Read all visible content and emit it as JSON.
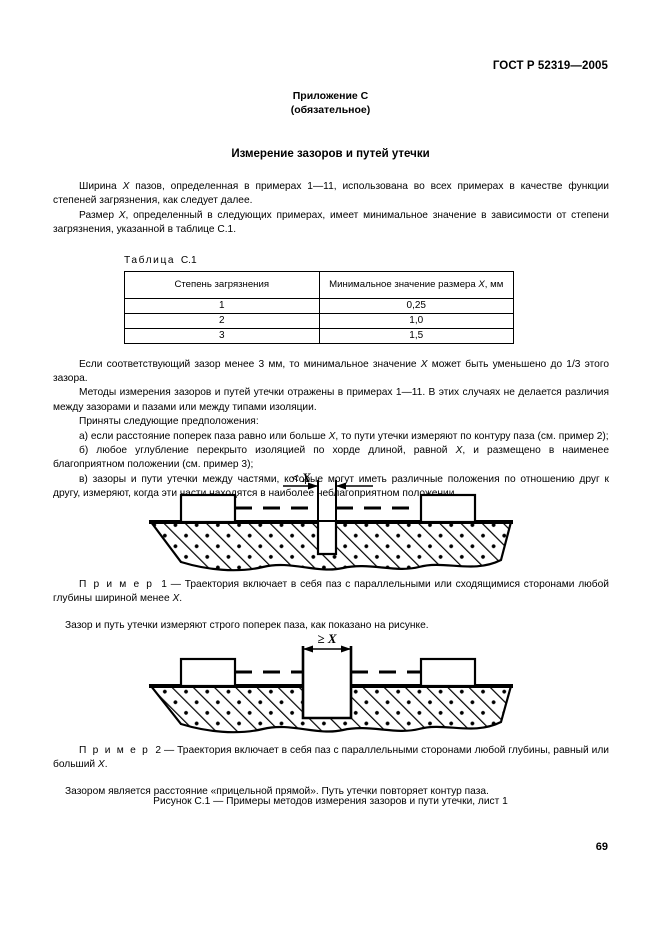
{
  "document": {
    "running_header": "ГОСТ Р 52319—2005",
    "page_number": "69"
  },
  "annex": {
    "title": "Приложение С",
    "subtitle": "(обязательное)",
    "section_title": "Измерение зазоров и путей утечки"
  },
  "intro": {
    "p1": "Ширина X пазов, определенная в примерах 1—11, использована во всех примерах в качестве функции степеней загрязнения, как следует далее.",
    "p2": "Размер X, определенный в следующих примерах, имеет минимальное значение в зависимости от степени загрязнения, указанной в таблице С.1."
  },
  "table": {
    "caption": "Таблица",
    "caption_number": "С.1",
    "headers": [
      "Степень загрязнения",
      "Минимальное значение размера X, мм"
    ],
    "rows": [
      [
        "1",
        "0,25"
      ],
      [
        "2",
        "1,0"
      ],
      [
        "3",
        "1,5"
      ]
    ]
  },
  "body": {
    "p3": "Если соответствующий зазор менее 3 мм, то минимальное значение X может быть уменьшено до 1/3 этого зазора.",
    "p4": "Методы измерения зазоров и путей утечки отражены в примерах 1—11. В этих случаях не делается различия между зазорами и пазами или между типами изоляции.",
    "p5": "Приняты следующие предположения:",
    "item_a": "а)  если расстояние поперек паза равно или больше X, то пути утечки измеряют по контуру паза (см. пример 2);",
    "item_b": "б)  любое углубление перекрыто изоляцией по хорде длиной, равной X, и размещено в наименее благоприятном положении (см. пример 3);",
    "item_v": "в)  зазоры и пути утечки между частями, которые могут иметь различные положения по отношению друг к другу, измеряют, когда эти части находятся в наиболее неблагоприятном положении."
  },
  "figure1": {
    "dimension_label": "< X"
  },
  "figure2": {
    "dimension_label": "≥ X"
  },
  "example1": {
    "lead": "П р и м е р",
    "number": "1",
    "dash": "—",
    "text": "Траектория включает в себя паз с параллельными или сходящимися сторонами любой глубины шириной менее X.",
    "note": "Зазор и путь утечки измеряют строго поперек паза, как показано на рисунке."
  },
  "example2": {
    "lead": "П р и м е р",
    "number": "2",
    "dash": "—",
    "text": "Траектория включает в себя паз с параллельными сторонами любой глубины, равный или больший X.",
    "note": "Зазором является расстояние «прицельной прямой». Путь утечки повторяет контур паза."
  },
  "figure_caption": "Рисунок С.1 — Примеры методов измерения зазоров и пути утечки, лист 1",
  "colors": {
    "ink": "#000000",
    "paper": "#ffffff"
  }
}
